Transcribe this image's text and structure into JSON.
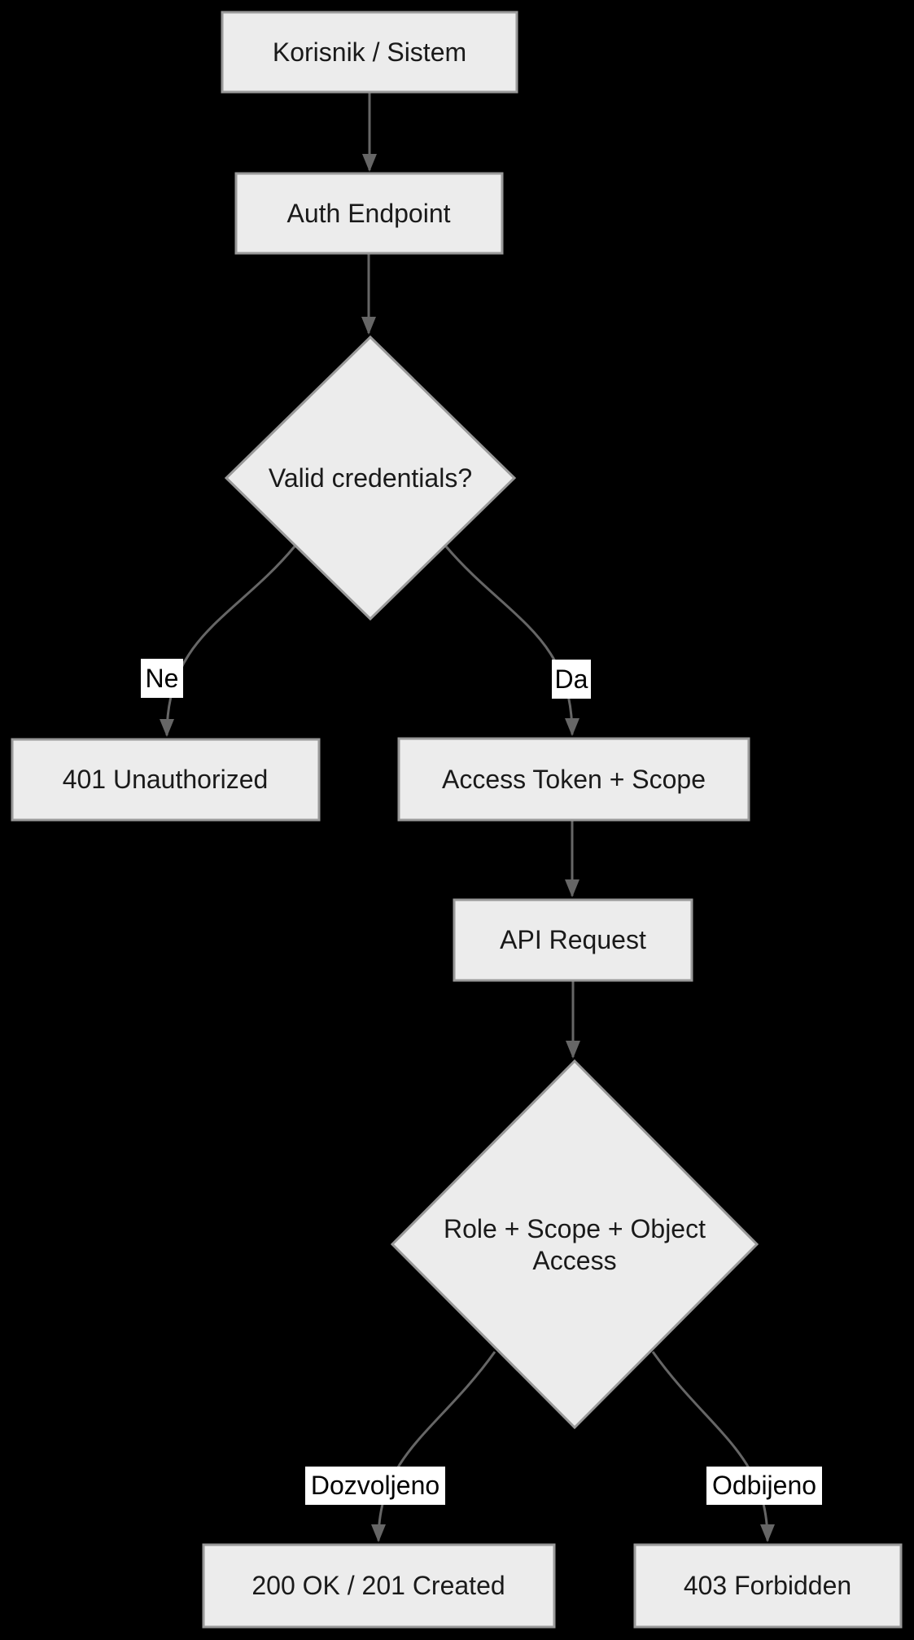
{
  "diagram": {
    "type": "flowchart",
    "direction": "top-down",
    "background_color": "#000000",
    "node_fill_color": "#ececec",
    "node_border_color": "#999999",
    "node_text_color": "#1a1a1a",
    "edge_line_color": "#666666",
    "arrowhead_color": "#666666",
    "edge_label_bg_color": "#ffffff",
    "edge_label_text_color": "#000000",
    "nodes": [
      {
        "id": "user_system",
        "label": "Korisnik / Sistem",
        "shape": "rect"
      },
      {
        "id": "auth_endpoint",
        "label": "Auth Endpoint",
        "shape": "rect"
      },
      {
        "id": "valid_credentials",
        "label": "Valid credentials?",
        "shape": "diamond"
      },
      {
        "id": "unauthorized_401",
        "label": "401 Unauthorized",
        "shape": "rect"
      },
      {
        "id": "access_token_scope",
        "label": "Access Token + Scope",
        "shape": "rect"
      },
      {
        "id": "api_request",
        "label": "API Request",
        "shape": "rect"
      },
      {
        "id": "role_scope_object_access",
        "label": "Role + Scope + Object Access",
        "label_lines": [
          "Role + Scope + Object",
          "Access"
        ],
        "shape": "diamond"
      },
      {
        "id": "ok_created",
        "label": "200 OK / 201 Created",
        "shape": "rect"
      },
      {
        "id": "forbidden_403",
        "label": "403 Forbidden",
        "shape": "rect"
      }
    ],
    "edges": [
      {
        "from": "user_system",
        "to": "auth_endpoint",
        "label": ""
      },
      {
        "from": "auth_endpoint",
        "to": "valid_credentials",
        "label": ""
      },
      {
        "from": "valid_credentials",
        "to": "unauthorized_401",
        "label": "Ne"
      },
      {
        "from": "valid_credentials",
        "to": "access_token_scope",
        "label": "Da"
      },
      {
        "from": "access_token_scope",
        "to": "api_request",
        "label": ""
      },
      {
        "from": "api_request",
        "to": "role_scope_object_access",
        "label": ""
      },
      {
        "from": "role_scope_object_access",
        "to": "ok_created",
        "label": "Dozvoljeno"
      },
      {
        "from": "role_scope_object_access",
        "to": "forbidden_403",
        "label": "Odbijeno"
      }
    ]
  }
}
